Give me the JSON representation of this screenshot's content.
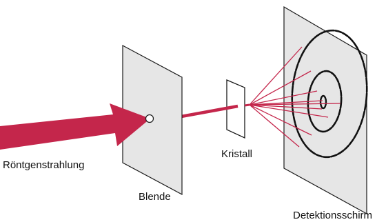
{
  "labels": {
    "source": "Röntgenstrahlung",
    "aperture": "Blende",
    "crystal": "Kristall",
    "screen": "Detektionsschirm"
  },
  "colors": {
    "beam": "#c4264b",
    "panel_fill": "#e6e6e6",
    "panel_stroke": "#1a1a1a",
    "ring": "#111111",
    "reflection": "#c4264b"
  }
}
